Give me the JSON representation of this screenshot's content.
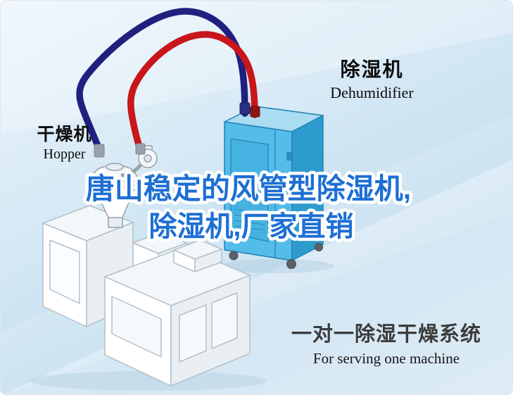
{
  "headline": {
    "line1": "唐山稳定的风管型除湿机,",
    "line2": "除湿机,厂家直销",
    "color": "#1d6fd3",
    "outline_color": "#ffffff"
  },
  "labels": {
    "dehumidifier_zh": "除湿机",
    "dehumidifier_en": "Dehumidifier",
    "hopper_zh": "干燥机",
    "hopper_en": "Hopper"
  },
  "tagline": {
    "zh": "一对一除湿干燥系统",
    "en": "For serving one machine"
  },
  "colors": {
    "pipe_red": "#c8161a",
    "pipe_navy": "#20207f",
    "machine_blue_front": "#54bce8",
    "machine_blue_side": "#2e9bcd",
    "machine_blue_top": "#aadcf2",
    "background": "#cfe5f4"
  }
}
